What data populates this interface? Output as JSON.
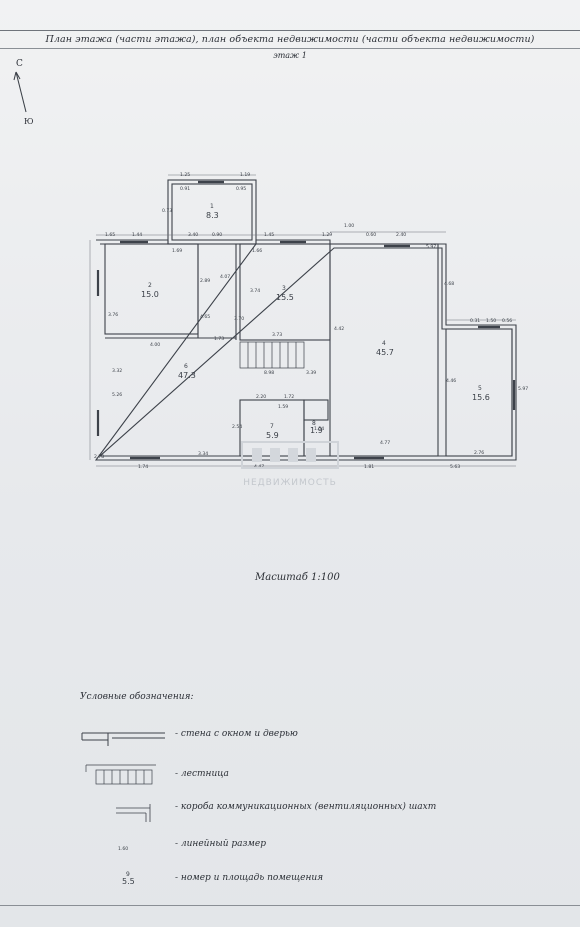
{
  "title": "План этажа (части этажа), план объекта недвижимости (части объекта недвижимости)",
  "floor_label": "этаж 1",
  "compass": {
    "north": "С",
    "south": "Ю"
  },
  "scale": "Масштаб 1:100",
  "watermark": "НЕДВИЖИМОСТЬ",
  "rooms": [
    {
      "num": "1",
      "area": "8.3"
    },
    {
      "num": "2",
      "area": "15.0"
    },
    {
      "num": "3",
      "area": "15.5"
    },
    {
      "num": "4",
      "area": "45.7"
    },
    {
      "num": "5",
      "area": "15.6"
    },
    {
      "num": "6",
      "area": "47.3"
    },
    {
      "num": "7",
      "area": "5.9"
    },
    {
      "num": "8",
      "area": "1.9"
    }
  ],
  "dims": {
    "d125": "1.25",
    "d119": "1.19",
    "d091": "0.91",
    "d095": "0.95",
    "d073": "0.73",
    "d165": "1.65",
    "d144": "1.44",
    "d169": "1.69",
    "d340": "3.40",
    "d090": "0.90",
    "d145": "1.45",
    "d166": "1.66",
    "d129": "1.29",
    "d100": "1.00",
    "d060": "0.60",
    "d240": "2.40",
    "d597": "5.97",
    "d289": "2.89",
    "d407": "4.07",
    "d374": "3.74",
    "d468": "4.68",
    "d376": "3.76",
    "d465": "4.65",
    "d373": "3.73",
    "d442": "4.42",
    "d370": "3.70",
    "d400": "4.00",
    "d173": "1.73",
    "d898": "8.98",
    "d526": "5.26",
    "d332": "3.32",
    "d339": "3.39",
    "d446": "4.46",
    "d220": "2.20",
    "d172": "1.72",
    "d159": "1.59",
    "d254": "2.54",
    "d154": "1.54",
    "d477": "4.77",
    "d276": "2.76",
    "d174": "1.74",
    "d334": "3.34",
    "d447": "4.47",
    "d181": "1.81",
    "d563": "5.63",
    "d031": "0.31",
    "d150": "1.50",
    "d056": "0.56",
    "d597b": "5.97",
    "d278": "2.78"
  },
  "legend": {
    "title": "Условные обозначения:",
    "items": [
      {
        "label": "- стена с окном и дверью"
      },
      {
        "label": "- лестница"
      },
      {
        "label": "- короба коммуникационных (вентиляционных) шахт"
      },
      {
        "label": "- линейный размер",
        "sample": "1.60"
      },
      {
        "label": "- номер и площадь помещения",
        "sample_num": "9",
        "sample_area": "5.5"
      }
    ]
  }
}
